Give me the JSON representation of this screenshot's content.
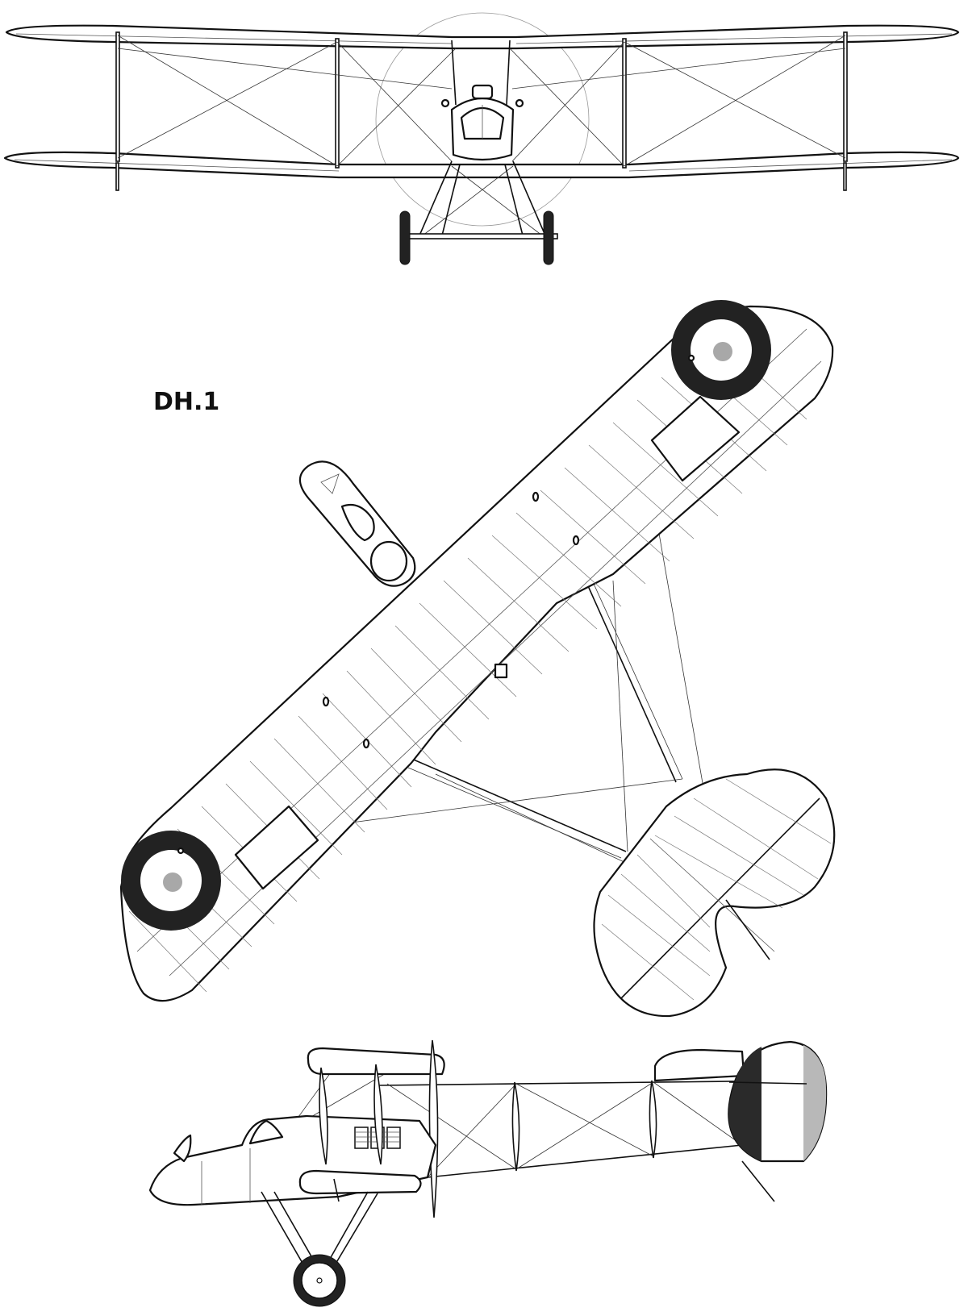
{
  "title": "DH.1",
  "colors": {
    "ink": "#111111",
    "roundel_outer": "#2a2a2a",
    "roundel_white": "#ffffff",
    "roundel_center": "#a8a8a8",
    "rudder_dark": "#2a2a2a",
    "rudder_light": "#b8b8b8",
    "paper": "#ffffff"
  },
  "views": [
    {
      "name": "front-view",
      "icon": "biplane-front-icon"
    },
    {
      "name": "plan-view",
      "icon": "biplane-top-icon"
    },
    {
      "name": "side-view",
      "icon": "biplane-side-icon"
    }
  ]
}
